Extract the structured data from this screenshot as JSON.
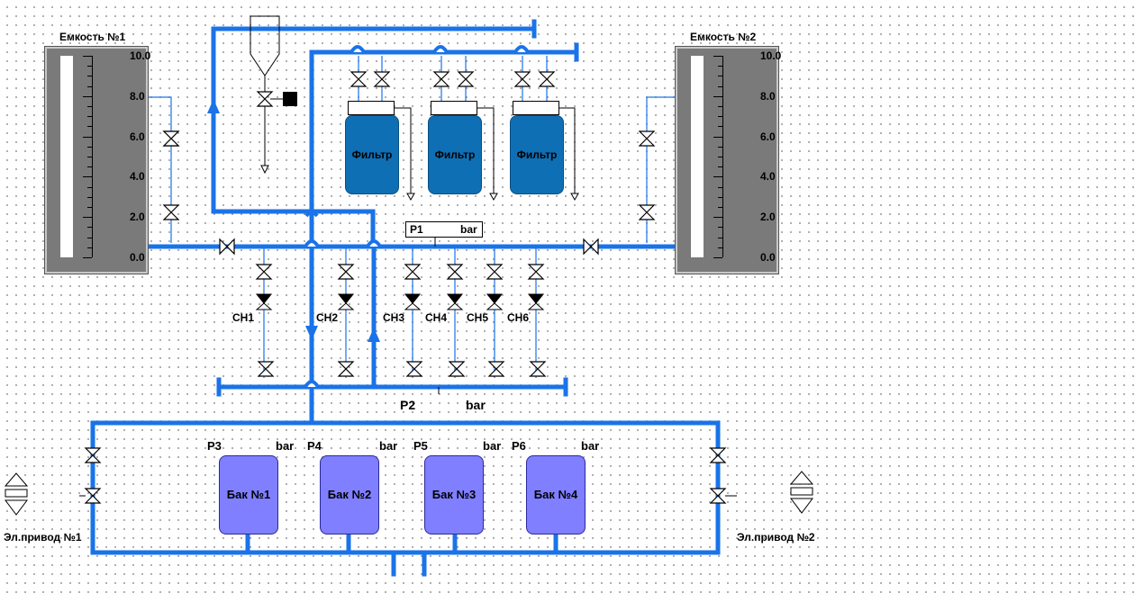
{
  "tanks": {
    "t1": {
      "title": "Емкость №1"
    },
    "t2": {
      "title": "Емкость №2"
    },
    "scale": [
      "10.0",
      "8.0",
      "6.0",
      "4.0",
      "2.0",
      "0.0"
    ]
  },
  "filters": [
    "Фильтр",
    "Фильтр",
    "Фильтр"
  ],
  "p1": {
    "name": "P1",
    "unit": "bar"
  },
  "p2": {
    "name": "P2",
    "unit": "bar"
  },
  "pumps": [
    "СН1",
    "СН2",
    "СН3",
    "СН4",
    "СН5",
    "СН6"
  ],
  "baks": [
    {
      "p": "P3",
      "unit": "bar",
      "label": "Бак №1"
    },
    {
      "p": "P4",
      "unit": "bar",
      "label": "Бак №2"
    },
    {
      "p": "P5",
      "unit": "bar",
      "label": "Бак №3"
    },
    {
      "p": "P6",
      "unit": "bar",
      "label": "Бак №4"
    }
  ],
  "drives": {
    "d1": "Эл.привод №1",
    "d2": "Эл.привод №2"
  }
}
